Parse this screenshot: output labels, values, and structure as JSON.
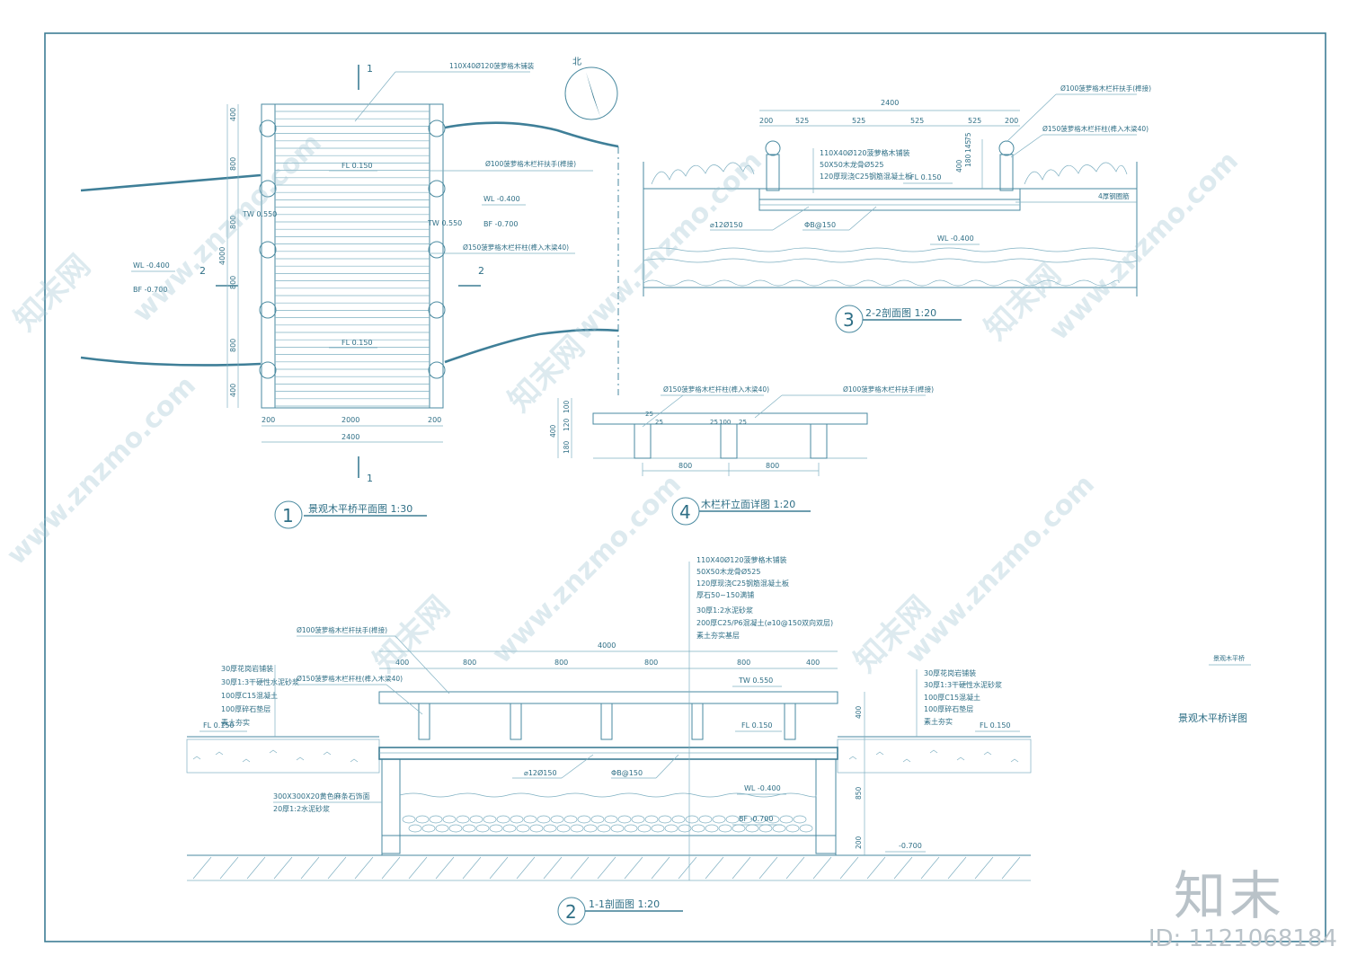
{
  "plan": {
    "section_mark": "1",
    "section_mark_b": "2",
    "north_label": "北",
    "decking_note": "110X40Ø120菠萝格木铺装",
    "handrail_note": "Ø100菠萝格木栏杆扶手(榫接)",
    "post_note": "Ø150菠萝格木栏杆柱(榫入木梁40)",
    "fl1": "FL 0.150",
    "fl2": "FL 0.150",
    "tw_left": "TW 0.550",
    "tw_right": "TW 0.550",
    "wl_right": "WL -0.400",
    "bf_right": "BF -0.700",
    "wl_left": "WL -0.400",
    "bf_left": "BF -0.700",
    "dims_v": [
      "400",
      "800",
      "800",
      "4000",
      "800",
      "800",
      "400"
    ],
    "dims_h": [
      "200",
      "2000",
      "200"
    ],
    "dim_total": "2400",
    "title_no": "1",
    "title": "景观木平桥平面图 1:30"
  },
  "sec22": {
    "dims": [
      "200",
      "525",
      "525",
      "525",
      "525",
      "200"
    ],
    "dim_total": "2400",
    "handrail_note": "Ø100菠萝格木栏杆扶手(榫接)",
    "post_note": "Ø150菠萝格木栏杆柱(榫入木梁40)",
    "layers": [
      "110X40Ø120菠萝格木铺装",
      "50X50木龙骨Ø525",
      "120厚现浇C25钢筋混凝土板"
    ],
    "rebar1": "⌀12Ø150",
    "rebar2": "ΦB@150",
    "fl": "FL 0.150",
    "wl": "WL -0.400",
    "side_dims": [
      "180",
      "145",
      "75",
      "400"
    ],
    "side_note": "4厚钢圈筋",
    "title_no": "3",
    "title": "2-2剖面图 1:20"
  },
  "rail": {
    "post_note": "Ø150菠萝格木栏杆柱(榫入木梁40)",
    "handrail_note": "Ø100菠萝格木栏杆扶手(榫接)",
    "dims_v": [
      "100",
      "120",
      "180",
      "400"
    ],
    "dims_top": [
      "25",
      "25",
      "100",
      "25",
      "25"
    ],
    "dims_h": [
      "800",
      "800"
    ],
    "title_no": "4",
    "title": "木栏杆立面详图 1:20"
  },
  "sec11": {
    "layers": [
      "110X40Ø120菠萝格木铺装",
      "50X50木龙骨Ø525",
      "120厚现浇C25钢筋混凝土板",
      "厚石50~150满铺",
      "30厚1:2水泥砂浆",
      "200厚C25/P6混凝土(⌀10@150双向双层)",
      "素土夯实基层"
    ],
    "dim_total": "4000",
    "dims": [
      "400",
      "800",
      "800",
      "800",
      "800",
      "400"
    ],
    "handrail_note": "Ø100菠萝格木栏杆扶手(榫接)",
    "post_note": "Ø150菠萝格木栏杆柱(榫入木梁40)",
    "left_layers": [
      "30厚花岗岩铺装",
      "30厚1:3干硬性水泥砂浆",
      "100厚C15混凝土",
      "100厚碎石垫层",
      "素土夯实"
    ],
    "right_layers": [
      "30厚花岗岩铺装",
      "30厚1:3干硬性水泥砂浆",
      "100厚C15混凝土",
      "100厚碎石垫层",
      "素土夯实"
    ],
    "fl_left": "FL 0.150",
    "fl_mid": "FL 0.150",
    "fl_right": "FL 0.150",
    "tw": "TW 0.550",
    "wl": "WL -0.400",
    "bf": "BF -0.700",
    "rebar1": "⌀12Ø150",
    "rebar2": "ΦB@150",
    "tile_note": "300X300X20黄色麻条石饰面",
    "mortar_note": "20厚1:2水泥砂浆",
    "side_dims": [
      "400",
      "850",
      "200"
    ],
    "level_bottom": "-0.700",
    "title_no": "2",
    "title": "1-1剖面图 1:20"
  },
  "sheet": {
    "small_label": "景观木平桥",
    "sheet_title": "景观木平桥详图",
    "watermark": "www.znzmo.com",
    "watermark_cn": "知末网",
    "brand": "知末",
    "id_label": "ID: 1121068184"
  }
}
